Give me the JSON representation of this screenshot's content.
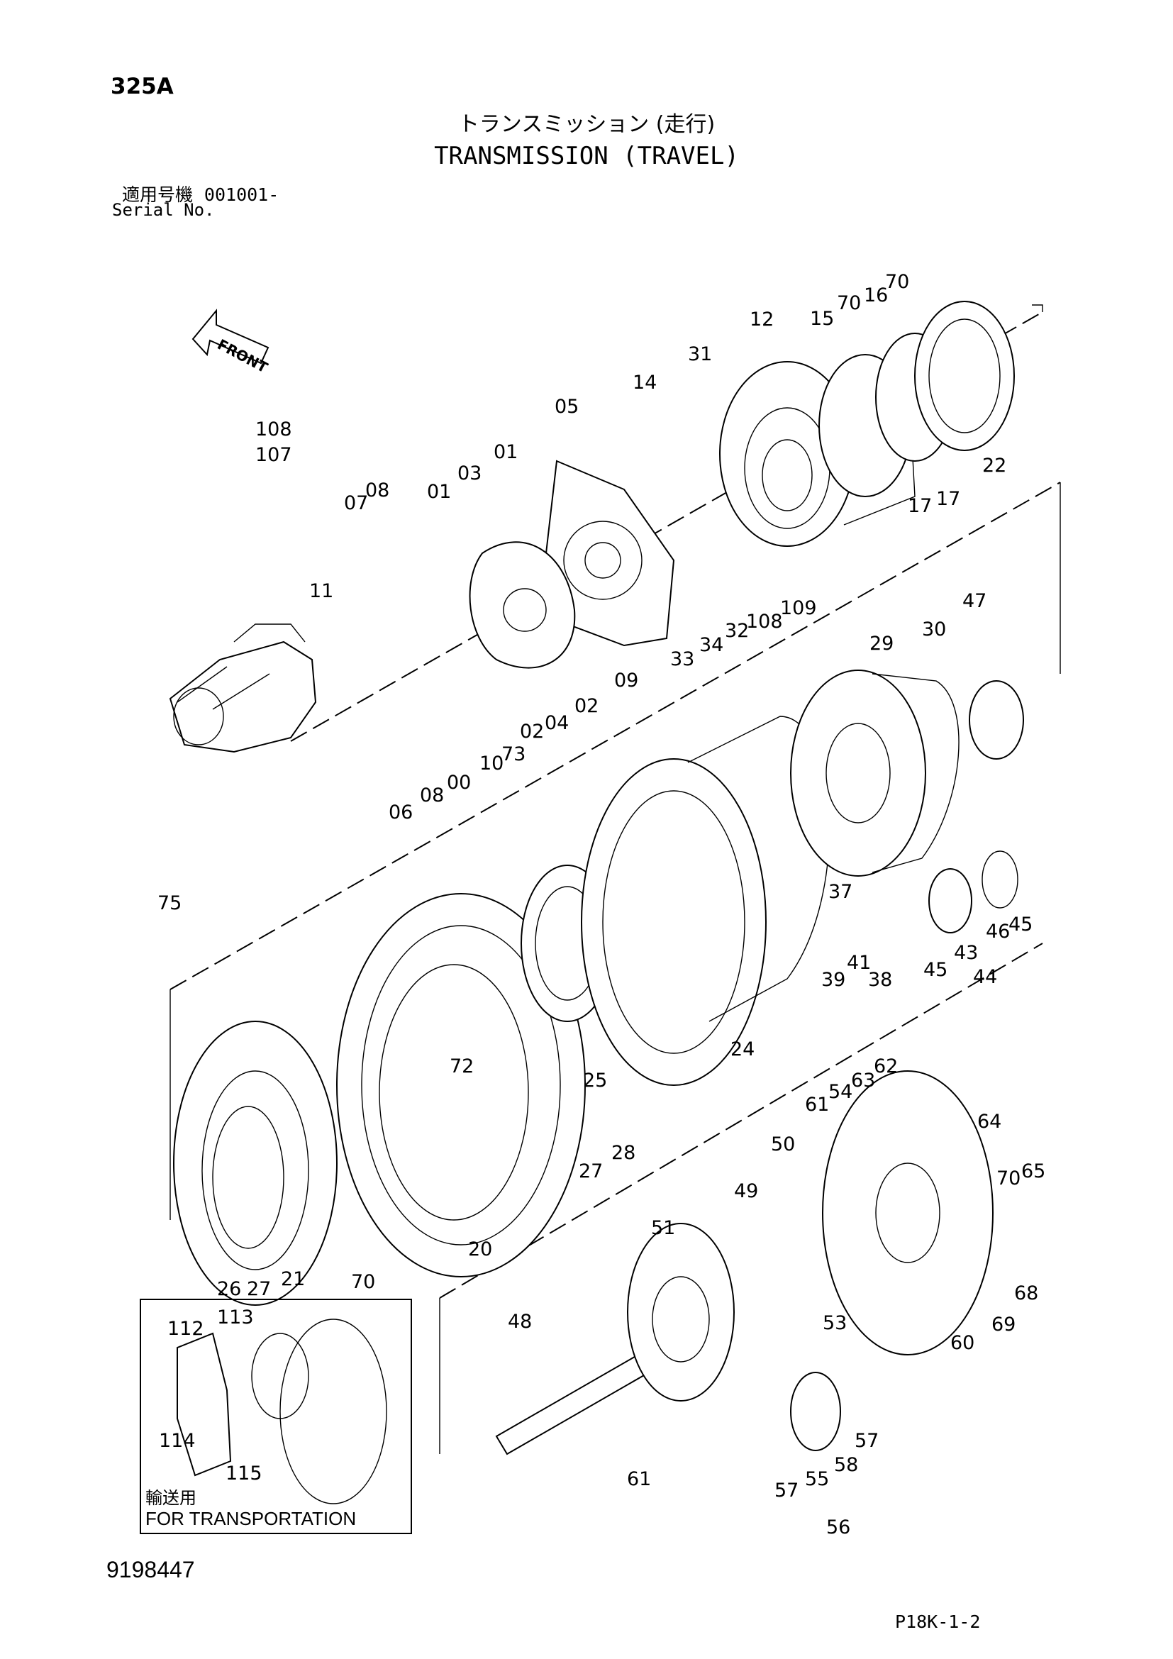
{
  "header": {
    "model": "325A",
    "title_jp": "トランスミッション (走行)",
    "title_en": "TRANSMISSION (TRAVEL)",
    "serial_label_jp": "適用号機",
    "serial_value": "001001-",
    "serial_label_en": "Serial No."
  },
  "direction_label": "FRONT",
  "inset": {
    "label_jp": "輸送用",
    "label_en": "FOR TRANSPORTATION"
  },
  "footer": {
    "document_number": "9198447",
    "page_reference": "P18K-1-2"
  },
  "callouts": [
    {
      "id": "c108",
      "text": "108"
    },
    {
      "id": "c107",
      "text": "107"
    },
    {
      "id": "c07",
      "text": "07"
    },
    {
      "id": "c08a",
      "text": "08"
    },
    {
      "id": "c01a",
      "text": "01"
    },
    {
      "id": "c03",
      "text": "03"
    },
    {
      "id": "c01b",
      "text": "01"
    },
    {
      "id": "c05",
      "text": "05"
    },
    {
      "id": "c14",
      "text": "14"
    },
    {
      "id": "c31",
      "text": "31"
    },
    {
      "id": "c12",
      "text": "12"
    },
    {
      "id": "c15",
      "text": "15"
    },
    {
      "id": "c70a",
      "text": "70"
    },
    {
      "id": "c16",
      "text": "16"
    },
    {
      "id": "c70b",
      "text": "70"
    },
    {
      "id": "c22",
      "text": "22"
    },
    {
      "id": "c17a",
      "text": "17"
    },
    {
      "id": "c17b",
      "text": "17"
    },
    {
      "id": "c11",
      "text": "11"
    },
    {
      "id": "c109",
      "text": "109"
    },
    {
      "id": "c108b",
      "text": "108"
    },
    {
      "id": "c32",
      "text": "32"
    },
    {
      "id": "c34",
      "text": "34"
    },
    {
      "id": "c33",
      "text": "33"
    },
    {
      "id": "c09",
      "text": "09"
    },
    {
      "id": "c02a",
      "text": "02"
    },
    {
      "id": "c04",
      "text": "04"
    },
    {
      "id": "c02b",
      "text": "02"
    },
    {
      "id": "c73",
      "text": "73"
    },
    {
      "id": "c10",
      "text": "10"
    },
    {
      "id": "c00",
      "text": "00"
    },
    {
      "id": "c08b",
      "text": "08"
    },
    {
      "id": "c06",
      "text": "06"
    },
    {
      "id": "c29",
      "text": "29"
    },
    {
      "id": "c30",
      "text": "30"
    },
    {
      "id": "c47",
      "text": "47"
    },
    {
      "id": "c75",
      "text": "75"
    },
    {
      "id": "c37",
      "text": "37"
    },
    {
      "id": "c39",
      "text": "39"
    },
    {
      "id": "c41",
      "text": "41"
    },
    {
      "id": "c38",
      "text": "38"
    },
    {
      "id": "c45a",
      "text": "45"
    },
    {
      "id": "c43",
      "text": "43"
    },
    {
      "id": "c46",
      "text": "46"
    },
    {
      "id": "c45b",
      "text": "45"
    },
    {
      "id": "c44",
      "text": "44"
    },
    {
      "id": "c24",
      "text": "24"
    },
    {
      "id": "c25",
      "text": "25"
    },
    {
      "id": "c72",
      "text": "72"
    },
    {
      "id": "c27a",
      "text": "27"
    },
    {
      "id": "c28",
      "text": "28"
    },
    {
      "id": "c62",
      "text": "62"
    },
    {
      "id": "c54",
      "text": "54"
    },
    {
      "id": "c63",
      "text": "63"
    },
    {
      "id": "c61a",
      "text": "61"
    },
    {
      "id": "c64",
      "text": "64"
    },
    {
      "id": "c50",
      "text": "50"
    },
    {
      "id": "c49",
      "text": "49"
    },
    {
      "id": "c70c",
      "text": "70"
    },
    {
      "id": "c65",
      "text": "65"
    },
    {
      "id": "c51",
      "text": "51"
    },
    {
      "id": "c68",
      "text": "68"
    },
    {
      "id": "c69",
      "text": "69"
    },
    {
      "id": "c60",
      "text": "60"
    },
    {
      "id": "c53",
      "text": "53"
    },
    {
      "id": "c20",
      "text": "20"
    },
    {
      "id": "c26",
      "text": "26"
    },
    {
      "id": "c27b",
      "text": "27"
    },
    {
      "id": "c21",
      "text": "21"
    },
    {
      "id": "c70d",
      "text": "70"
    },
    {
      "id": "c48",
      "text": "48"
    },
    {
      "id": "c61b",
      "text": "61"
    },
    {
      "id": "c57a",
      "text": "57"
    },
    {
      "id": "c55",
      "text": "55"
    },
    {
      "id": "c58",
      "text": "58"
    },
    {
      "id": "c57b",
      "text": "57"
    },
    {
      "id": "c56",
      "text": "56"
    },
    {
      "id": "c112",
      "text": "112"
    },
    {
      "id": "c113",
      "text": "113"
    },
    {
      "id": "c114",
      "text": "114"
    },
    {
      "id": "c115",
      "text": "115"
    }
  ]
}
